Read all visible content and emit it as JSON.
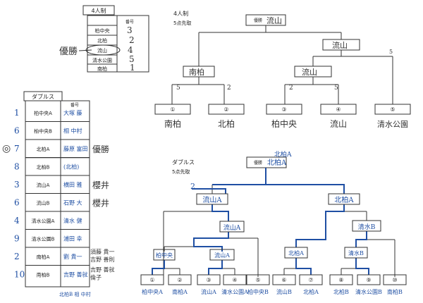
{
  "four_team": {
    "title": "4人制",
    "number_header": "番号",
    "teams": [
      "柏中央",
      "北柏",
      "流山",
      "清水公園",
      "南柏"
    ],
    "numbers": [
      "3",
      "2",
      "4",
      "5",
      "1"
    ],
    "winner_note": "優勝",
    "subtitle": "4人制",
    "rule": "5点先取",
    "champion_label": "優勝",
    "champion": "流山",
    "final_right": "流山",
    "semi_left": "南柏",
    "semi_right": "流山",
    "slots": [
      {
        "num": "①",
        "team": "南柏"
      },
      {
        "num": "②",
        "team": "北柏"
      },
      {
        "num": "③",
        "team": "柏中央"
      },
      {
        "num": "④",
        "team": "流山"
      },
      {
        "num": "⑤",
        "team": "清水公園"
      }
    ],
    "scores": {
      "r1_left": "5",
      "r1_right": "2",
      "r2_left": "2",
      "r2_right": "5",
      "final_right": "5"
    }
  },
  "doubles": {
    "title": "ダブルス",
    "number_header": "番号",
    "teams": [
      "柏中央A",
      "柏中央B",
      "北柏A",
      "北柏B",
      "流山A",
      "流山B",
      "清水公園A",
      "清水公園B",
      "南柏A",
      "南柏B"
    ],
    "left_numbers": [
      "1",
      "6",
      "7",
      "8",
      "3",
      "6",
      "4",
      "9",
      "2",
      "10"
    ],
    "names": [
      "大塚 藤",
      "相 中村",
      "藤原 富田",
      "(北柏)",
      "横田 雅",
      "石野 大",
      "清水 健",
      "浦田 幸",
      "劉 貴一",
      "吉野 善就"
    ],
    "right_notes": [
      "",
      "",
      "優勝",
      "",
      "櫻井",
      "櫻井",
      "",
      "",
      "須藤 貴一 / 吉野 善則",
      "吉野 善就 / 倫子"
    ],
    "bottom_note": "北柏B 相 中村",
    "subtitle": "ダブルス",
    "rule": "5点先取",
    "champion_label": "優勝",
    "champion": "北柏A",
    "champion_note": "北柏A",
    "score_note": "2",
    "r2": [
      "流山A",
      "北柏A"
    ],
    "r3": [
      "流山A",
      "清水B"
    ],
    "r4": [
      "柏中央",
      "流山A",
      "北柏A",
      "清水B"
    ],
    "slots": [
      {
        "num": "①",
        "team": "柏中央A"
      },
      {
        "num": "②",
        "team": "南柏A"
      },
      {
        "num": "③",
        "team": "流山A"
      },
      {
        "num": "④",
        "team": "清水公園A"
      },
      {
        "num": "⑤",
        "team": "柏中央B"
      },
      {
        "num": "⑥",
        "team": "流山B"
      },
      {
        "num": "⑦",
        "team": "北柏A"
      },
      {
        "num": "⑧",
        "team": "北柏B"
      },
      {
        "num": "⑨",
        "team": "清水公園B"
      },
      {
        "num": "⑩",
        "team": "南柏B"
      }
    ]
  }
}
